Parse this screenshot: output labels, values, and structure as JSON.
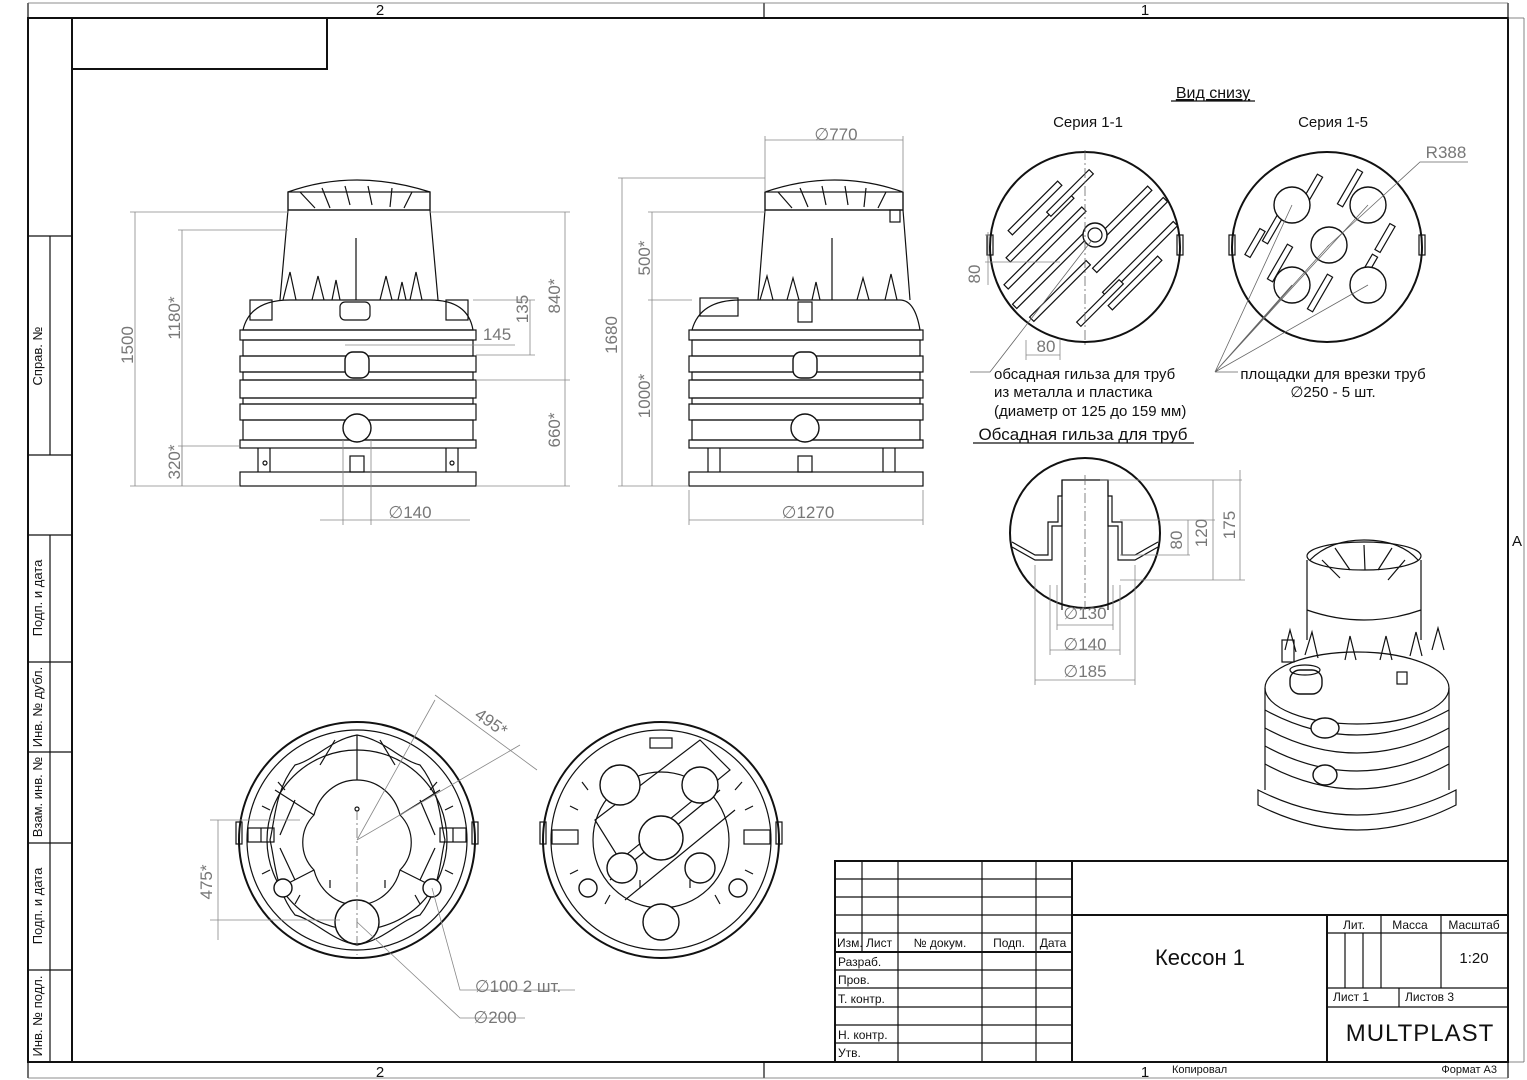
{
  "frame": {
    "zone_top_left": "2",
    "zone_top_right": "1",
    "zone_bottom_left": "2",
    "zone_bottom_right": "1",
    "zone_side": "A"
  },
  "side_strip": {
    "sprav": "Справ. №",
    "podp_data_1": "Подп. и дата",
    "inv_dubl": "Инв. № дубл.",
    "vzam_inv": "Взам. инв. №",
    "podp_data_2": "Подп. и дата",
    "inv_podl": "Инв. № подл."
  },
  "front_view": {
    "dims": [
      "1500",
      "1180*",
      "320*",
      "135",
      "840*",
      "145",
      "660*",
      "∅140"
    ]
  },
  "side_view": {
    "dims": [
      "∅770",
      "500*",
      "1680",
      "1000*",
      "∅1270"
    ]
  },
  "bottom_views": {
    "title": "Вид снизу",
    "series_a": "Серия 1-1",
    "series_b": "Серия 1-5",
    "radius": "R388",
    "dim_80_a": "80",
    "dim_80_b": "80",
    "note_sleeve": [
      "обсадная гильза для труб",
      "из металла и пластика",
      "(диаметр от 125 до 159 мм)"
    ],
    "note_pads": [
      "площадки для врезки труб",
      "∅250 - 5 шт."
    ]
  },
  "sleeve_detail": {
    "title": "Обсадная гильза для труб",
    "dims": [
      "80",
      "120",
      "175",
      "∅130",
      "∅140",
      "∅185"
    ]
  },
  "plan_views": {
    "dims": [
      "495*",
      "475*",
      "∅100 2 шт.",
      "∅200"
    ]
  },
  "title_block": {
    "headers": [
      "Изм.",
      "Лист",
      "№ докум.",
      "Подп.",
      "Дата"
    ],
    "roles": [
      "Разраб.",
      "Пров.",
      "Т. контр.",
      "",
      "Н. контр.",
      "Утв."
    ],
    "product_name": "Кессон 1",
    "lit": "Лит.",
    "mass": "Масса",
    "scale_label": "Масштаб",
    "scale_value": "1:20",
    "sheet": "Лист 1",
    "sheets": "Листов 3",
    "company": "MULTPLAST"
  },
  "footer": {
    "copied": "Копировал",
    "format": "Формат А3"
  }
}
